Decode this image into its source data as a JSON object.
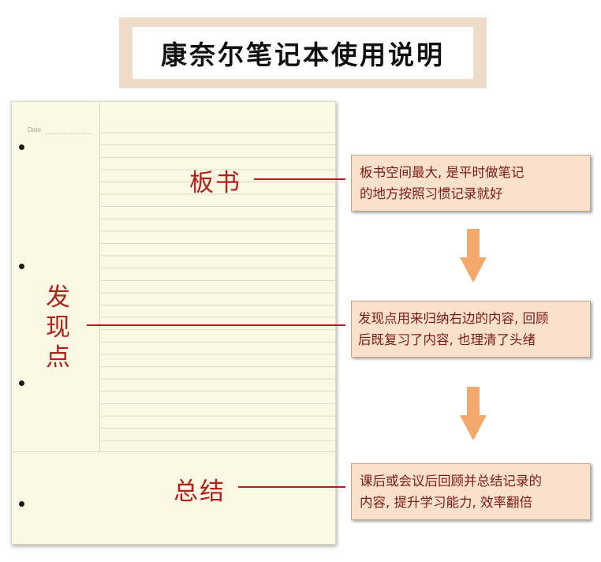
{
  "title": "康奈尔笔记本使用说明",
  "page": {
    "date_label": "Date"
  },
  "sections": {
    "notes": {
      "label": "板书",
      "description": "板书空间最大, 是平时做笔记\n的地方按照习惯记录就好"
    },
    "cues": {
      "label": "发\n现\n点",
      "description": "发现点用来归纳右边的内容, 回顾\n后既复习了内容, 也理清了头绪"
    },
    "summary": {
      "label": "总结",
      "description": "课后或会议后回顾并总结记录的\n内容,  提升学习能力, 效率翻倍"
    }
  },
  "colors": {
    "accent_red": "#b0211b",
    "box_fill": "#fae1cc",
    "arrow_orange": "#f2a96b",
    "paper": "#fbf9e4",
    "title_frame": "#eedcc8"
  }
}
